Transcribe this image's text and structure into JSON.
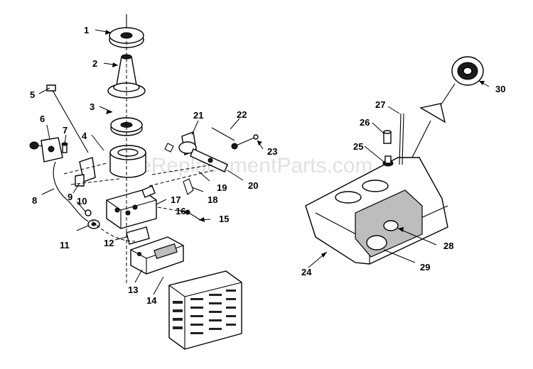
{
  "watermark": "eReplacementParts.com",
  "callouts": [
    {
      "id": "1",
      "text": "1"
    },
    {
      "id": "2",
      "text": "2"
    },
    {
      "id": "3",
      "text": "3"
    },
    {
      "id": "4",
      "text": "4"
    },
    {
      "id": "5",
      "text": "5"
    },
    {
      "id": "6",
      "text": "6"
    },
    {
      "id": "7",
      "text": "7"
    },
    {
      "id": "8",
      "text": "8"
    },
    {
      "id": "9",
      "text": "9"
    },
    {
      "id": "10",
      "text": "10"
    },
    {
      "id": "11",
      "text": "11"
    },
    {
      "id": "12",
      "text": "12"
    },
    {
      "id": "13",
      "text": "13"
    },
    {
      "id": "14",
      "text": "14"
    },
    {
      "id": "15",
      "text": "15"
    },
    {
      "id": "16",
      "text": "16"
    },
    {
      "id": "17",
      "text": "17"
    },
    {
      "id": "18",
      "text": "18"
    },
    {
      "id": "19",
      "text": "19"
    },
    {
      "id": "20",
      "text": "20"
    },
    {
      "id": "21",
      "text": "21"
    },
    {
      "id": "22",
      "text": "22"
    },
    {
      "id": "23",
      "text": "23"
    },
    {
      "id": "24",
      "text": "24"
    },
    {
      "id": "25",
      "text": "25"
    },
    {
      "id": "26",
      "text": "26"
    },
    {
      "id": "27",
      "text": "27"
    },
    {
      "id": "28",
      "text": "28"
    },
    {
      "id": "29",
      "text": "29"
    },
    {
      "id": "30",
      "text": "30"
    }
  ]
}
